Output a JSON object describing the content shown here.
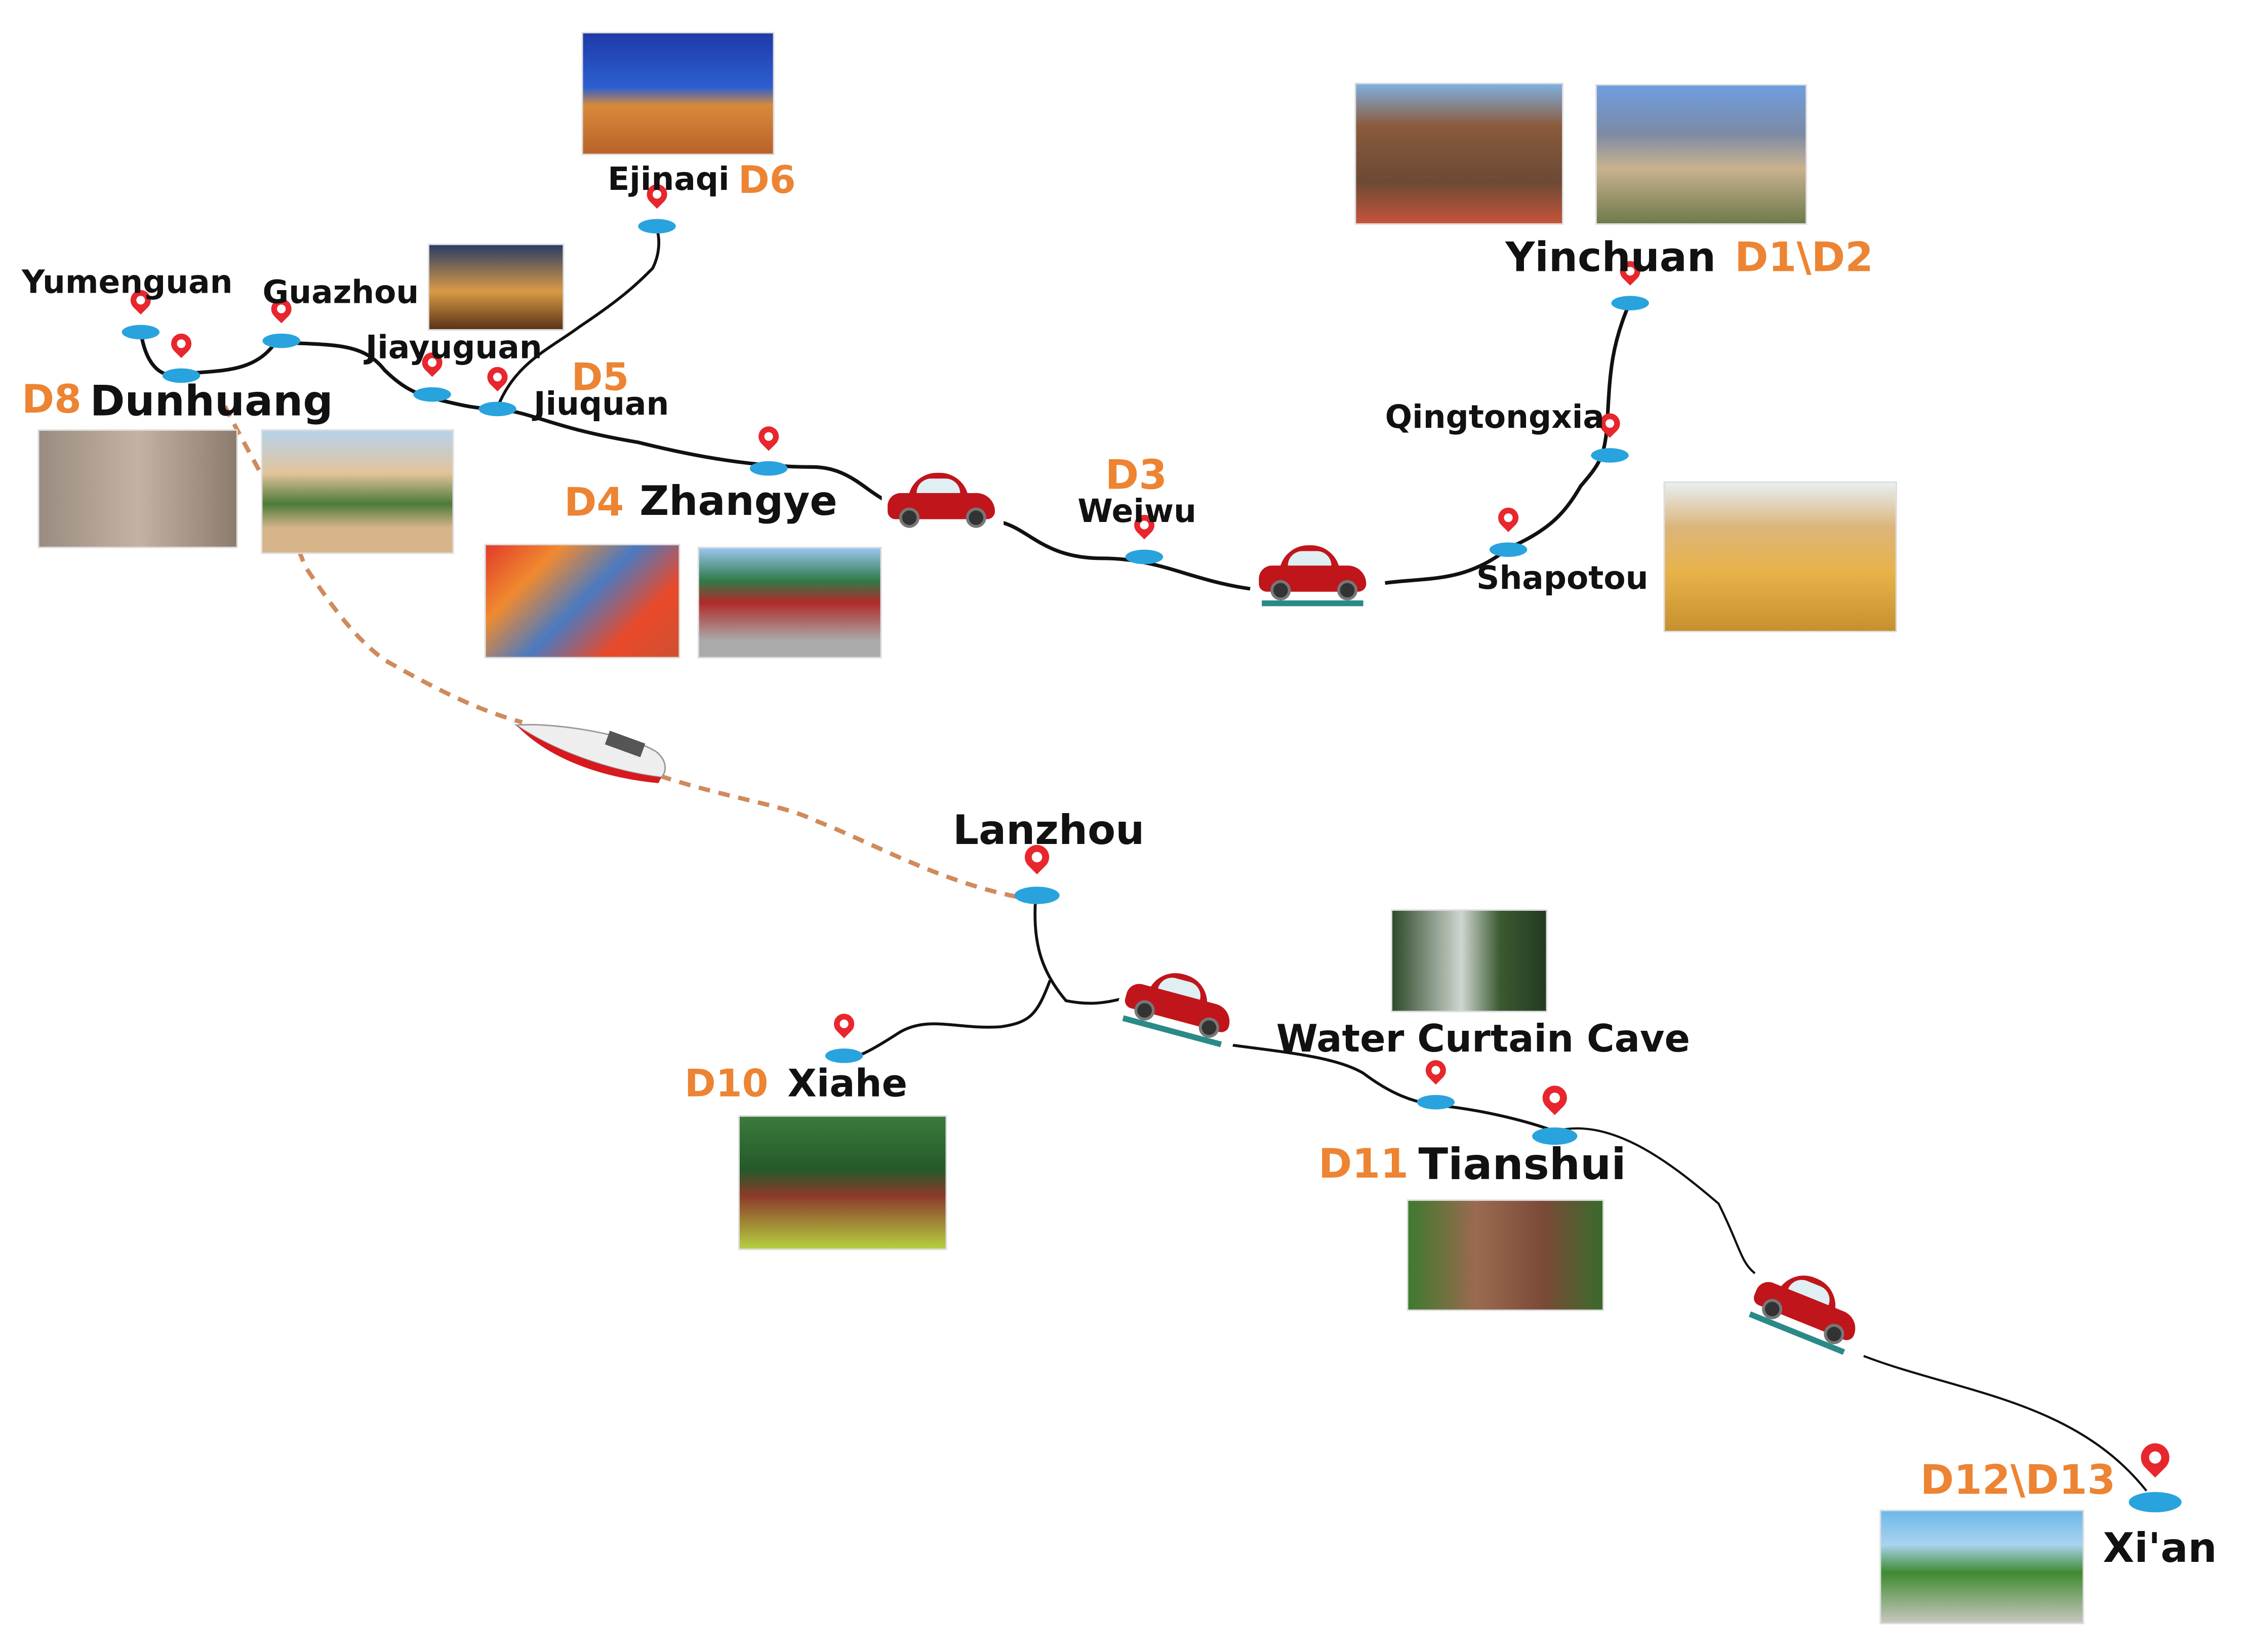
{
  "places": {
    "yumenguan": "Yumenguan",
    "guazhou": "Guazhou",
    "jiayuguan": "Jiayuguan",
    "jiuquan": "Jiuquan",
    "ejinaqi": "Ejinaqi",
    "dunhuang": "Dunhuang",
    "zhangye": "Zhangye",
    "weiwu": "Weiwu",
    "yinchuan": "Yinchuan",
    "qingtongxia": "Qingtongxia",
    "shapotou": "Shapotou",
    "lanzhou": "Lanzhou",
    "xiahe": "Xiahe",
    "water_curtain_cave": "Water Curtain Cave",
    "tianshui": "Tianshui",
    "xian": "Xi'an"
  },
  "days": {
    "yinchuan": "D1\\D2",
    "weiwu": "D3",
    "zhangye": "D4",
    "jiuquan": "D5",
    "ejinaqi": "D6",
    "dunhuang": "D8",
    "xiahe": "D10",
    "tianshui": "D11",
    "xian": "D12\\D13"
  },
  "colors": {
    "day": "#ec8433",
    "pin": "#e8262d",
    "pin_base": "#29a3dd",
    "route": "#111111",
    "rail": "#d08a5c"
  }
}
